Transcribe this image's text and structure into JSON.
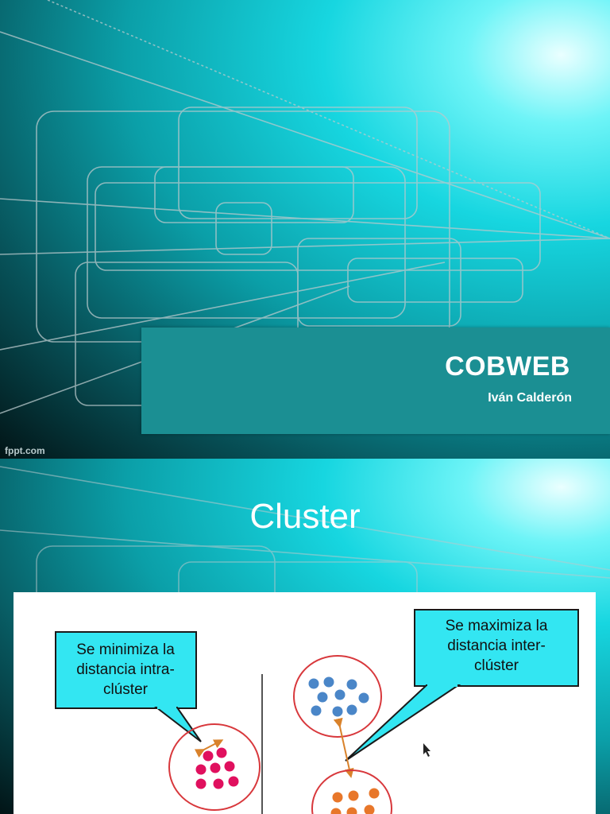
{
  "slide1": {
    "title": "COBWEB",
    "author": "Iván Calderón",
    "watermark": "fppt.com"
  },
  "slide2": {
    "title": "Cluster",
    "figure": {
      "left_callout": [
        "Se minimiza la",
        "distancia intra-",
        "clúster"
      ],
      "right_callout": [
        "Se maximiza la",
        "distancia inter-",
        "clúster"
      ],
      "colors": {
        "callout_fill": "#33e6f2",
        "cluster_pink": "#e0105e",
        "cluster_blue": "#4a86c8",
        "cluster_orange": "#e8772a",
        "circle_stroke": "#d8383c",
        "arrow": "#d9822b"
      }
    }
  }
}
